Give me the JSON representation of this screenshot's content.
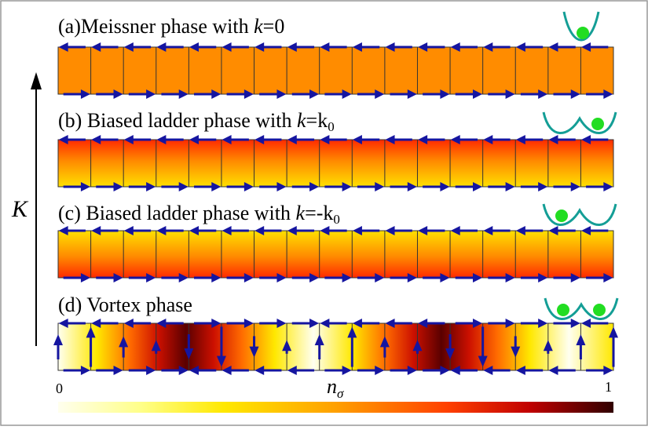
{
  "figure": {
    "vertical_axis_label": "K",
    "panels": [
      {
        "id": "a",
        "tag": "(a)",
        "text": "Meissner phase  with ",
        "k_var": "k",
        "k_rel": "=0",
        "k_sub": "",
        "well": "single",
        "ball": "center"
      },
      {
        "id": "b",
        "tag": "(b)",
        "text": "Biased ladder phase with  ",
        "k_var": "k",
        "k_rel": "=k",
        "k_sub": "0",
        "well": "double",
        "ball": "right"
      },
      {
        "id": "c",
        "tag": "(c)",
        "text": "Biased ladder phase with  ",
        "k_var": "k",
        "k_rel": "=-k",
        "k_sub": "0",
        "well": "double",
        "ball": "left"
      },
      {
        "id": "d",
        "tag": "(d)",
        "text": "Vortex phase",
        "k_var": "",
        "k_rel": "",
        "k_sub": "",
        "well": "double",
        "ball": "both"
      }
    ],
    "colorbar": {
      "label_main": "n",
      "label_sub": "σ",
      "min_label": "0",
      "max_label": "1"
    }
  },
  "colors": {
    "frame": "#999999",
    "arrow": "#1515a0",
    "potential_curve": "#149e96",
    "ball": "#22dd22",
    "meissner_fill": "#ff8c00"
  }
}
